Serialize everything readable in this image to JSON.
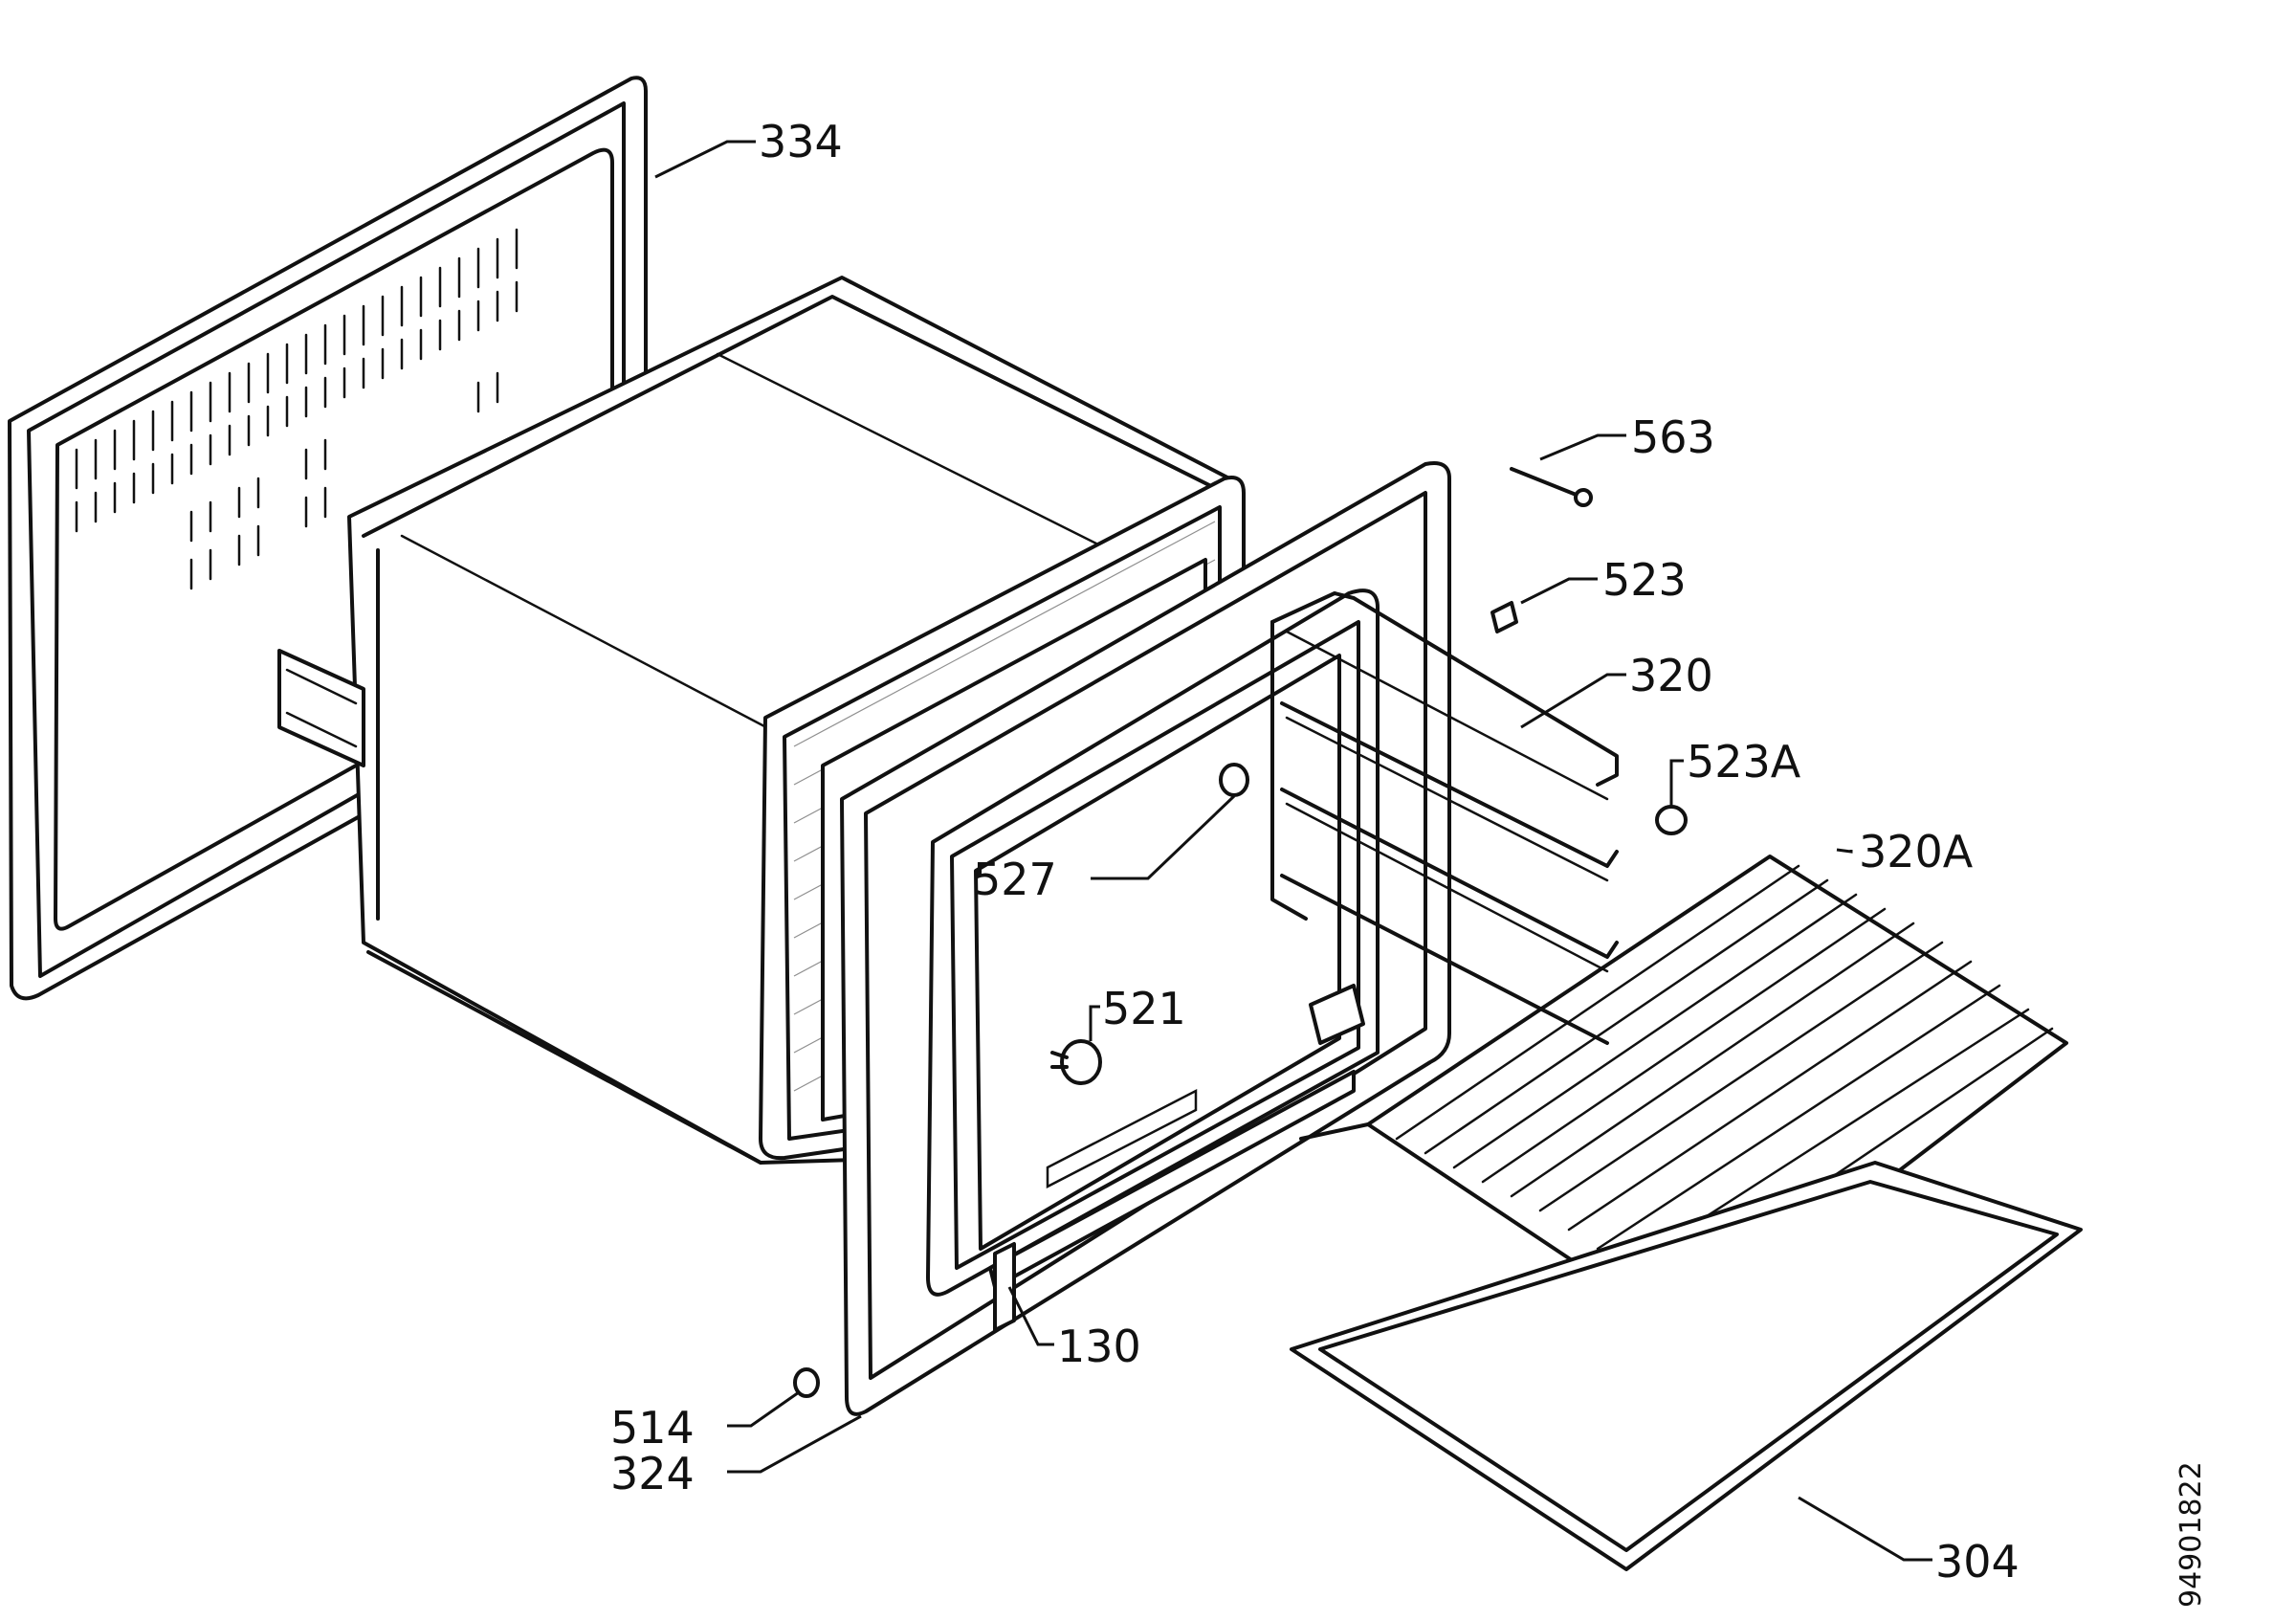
{
  "labels": {
    "p334": "334",
    "p563": "563",
    "p523": "523",
    "p320": "320",
    "p523a": "523A",
    "p320a": "320A",
    "p527": "527",
    "p521": "521",
    "p130": "130",
    "p514": "514",
    "p324": "324",
    "p304": "304"
  },
  "document_number": "94901822"
}
